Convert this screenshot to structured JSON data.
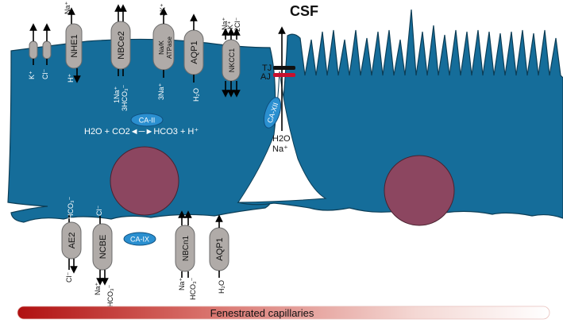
{
  "title": "CSF",
  "footer_label": "Fenestrated capillaries",
  "colors": {
    "cell": "#156d9a",
    "cell_stroke": "#0c3e57",
    "nucleus": "#8c4660",
    "transporter": "#b0aba8",
    "carbonic_anhydrase": "#2a8fd0",
    "tj": "#111111",
    "aj": "#c8102e"
  },
  "apical": {
    "k_channel_label": "K⁺",
    "cl_channel_label": "Cl⁻",
    "nhe1": {
      "name": "NHE1",
      "top": "Na⁺",
      "bottom": "H⁺"
    },
    "nbce2": {
      "name": "NBCe2",
      "bottom1": "1Na⁺",
      "bottom2": "3HCO₃⁻"
    },
    "nak_atpase": {
      "name1": "Na/K",
      "name2": "ATPase",
      "top": "2K⁺",
      "bottom": "3Na⁺"
    },
    "aqp1": {
      "name": "AQP1",
      "bottom": "H₂O"
    },
    "nkcc1": {
      "name": "NKCC1",
      "top1": "Na⁺",
      "top2": "K⁺",
      "top3": "2Cl⁻"
    }
  },
  "junctions": {
    "tj": "TJ",
    "aj": "AJ"
  },
  "enzymes": {
    "ca2": "CA-II",
    "ca12": "CA-XII",
    "ca9": "CA-IX"
  },
  "reaction": "H2O + CO2◄─►HCO3 + H⁺",
  "paracellular": {
    "line1": "H2O",
    "line2": "Na⁺"
  },
  "basolateral": {
    "ae2": {
      "name": "AE2",
      "top": "HCO₃⁻",
      "bottom": "Cl⁻"
    },
    "ncbe": {
      "name": "NCBE",
      "top": "Cl⁻",
      "bottom1": "Na⁺",
      "bottom2": "2HCO₃⁻"
    },
    "nbcn1": {
      "name": "NBCn1",
      "bottom1": "Na⁺",
      "bottom2": "HCO₃⁻"
    },
    "aqp1": {
      "name": "AQP1",
      "bottom": "H₂O"
    }
  }
}
